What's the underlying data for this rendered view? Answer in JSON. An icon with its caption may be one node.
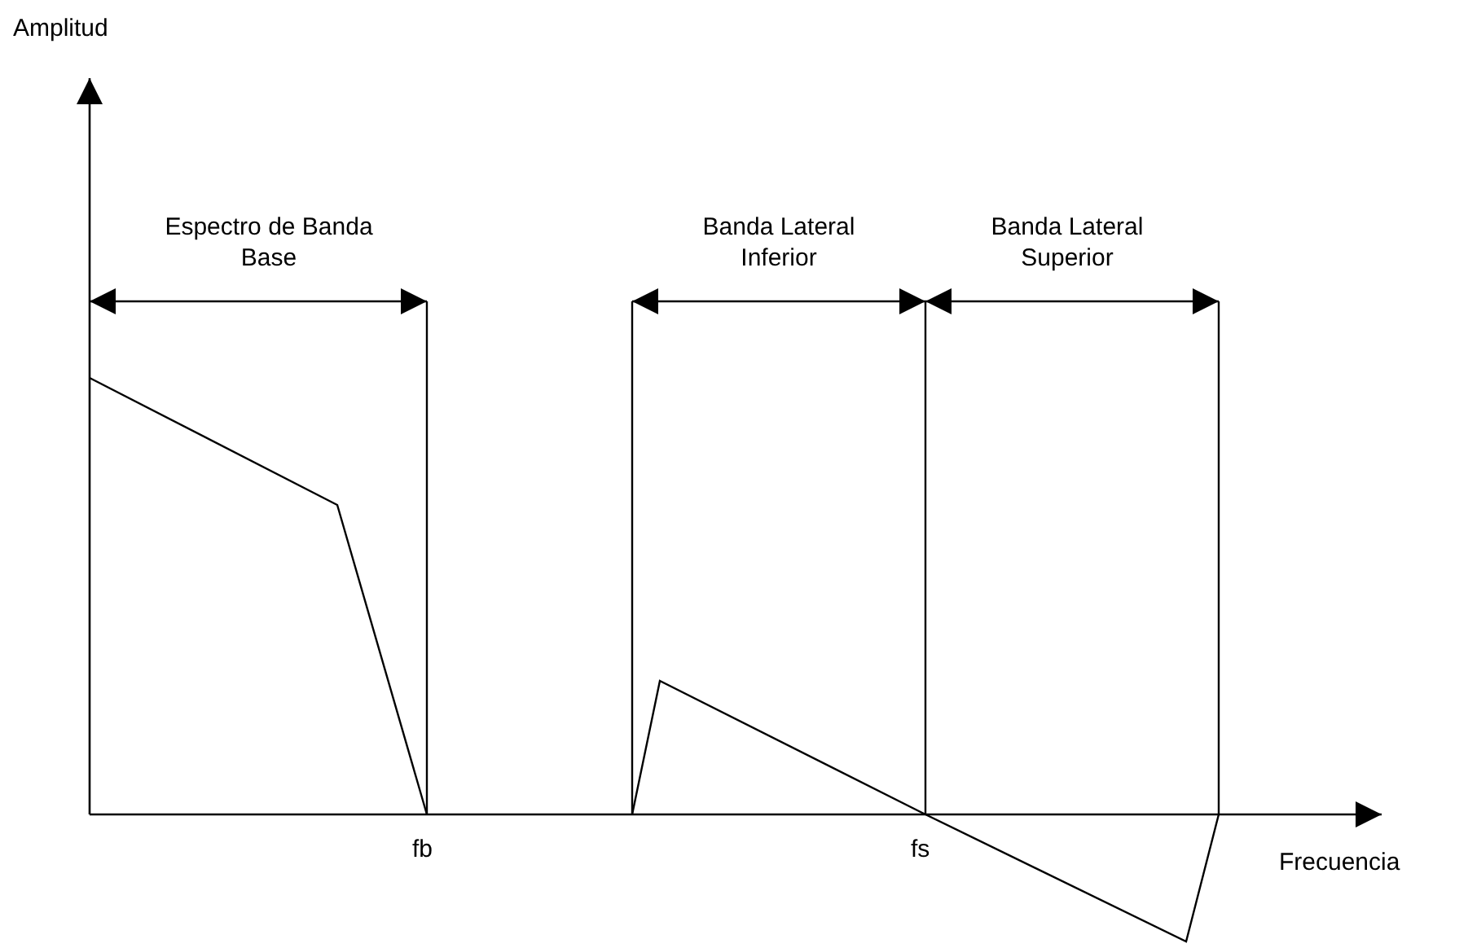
{
  "diagram": {
    "labels": [
      "Amplitud",
      "Espectro de Banda Base",
      "Banda Lateral Inferior",
      "Banda Lateral Superior",
      "fb",
      "fs",
      "Frecuencia"
    ]
  }
}
